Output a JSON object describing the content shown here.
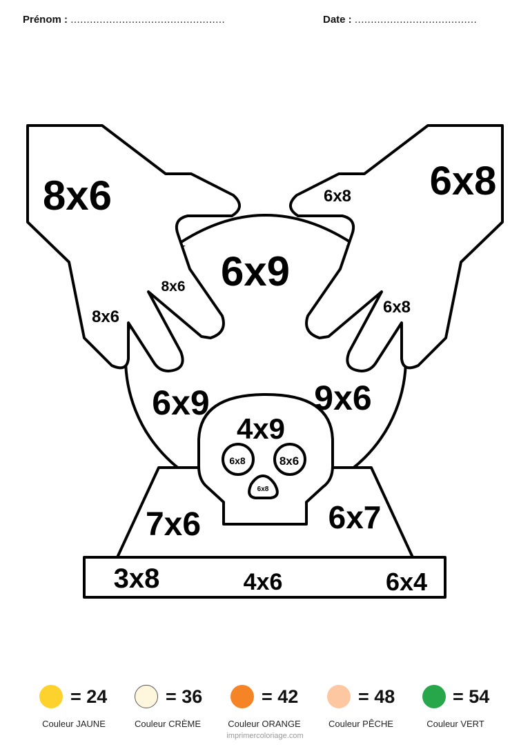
{
  "header": {
    "prenom_label": "Prénom :",
    "prenom_dots": "................................................",
    "date_label": "Date :",
    "date_dots": "......................................"
  },
  "picture": {
    "left_hand": {
      "big": "8x6",
      "finger_upper": "8x6",
      "finger_lower": "8x6"
    },
    "right_hand": {
      "big": "6x8",
      "finger_top": "6x8",
      "finger_lower": "6x8"
    },
    "ball": {
      "top": "6x9",
      "left": "6x9",
      "right": "9x6"
    },
    "skull": {
      "forehead": "4x9",
      "left_eye": "6x8",
      "right_eye": "8x6",
      "nose": "6x8"
    },
    "stand": {
      "left": "7x6",
      "right": "6x7"
    },
    "base": {
      "left": "3x8",
      "center": "4x6",
      "right": "6x4"
    }
  },
  "legend": [
    {
      "value_text": "= 24",
      "color_name": "Couleur JAUNE",
      "color": "#fdd22c"
    },
    {
      "value_text": "= 36",
      "color_name": "Couleur CRÈME",
      "color": "#fef6dd"
    },
    {
      "value_text": "= 42",
      "color_name": "Couleur ORANGE",
      "color": "#f58426"
    },
    {
      "value_text": "= 48",
      "color_name": "Couleur PÊCHE",
      "color": "#fdc7a2"
    },
    {
      "value_text": "= 54",
      "color_name": "Couleur VERT",
      "color": "#27a64a"
    }
  ],
  "footer": "imprimercoloriage.com"
}
